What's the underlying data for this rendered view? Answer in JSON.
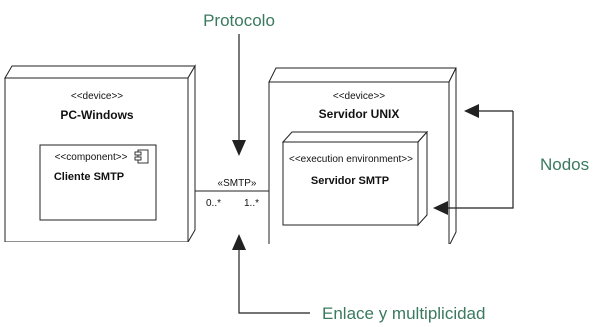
{
  "annotations": {
    "protocol": "Protocolo",
    "nodes": "Nodos",
    "link_multiplicity": "Enlace y multiplicidad"
  },
  "node_left": {
    "stereotype": "<<device>>",
    "name": "PC-Windows",
    "component": {
      "stereotype": "<<component>>",
      "name": "Cliente SMTP"
    }
  },
  "node_right": {
    "stereotype": "<<device>>",
    "name": "Servidor UNIX",
    "inner": {
      "stereotype": "<<execution environment>>",
      "name": "Servidor SMTP"
    }
  },
  "link": {
    "stereotype": "«SMTP»",
    "multiplicity_left": "0..*",
    "multiplicity_right": "1..*"
  },
  "colors": {
    "line": "#222222",
    "annotation_text": "#3b7a5e",
    "arrow": "#222222"
  }
}
